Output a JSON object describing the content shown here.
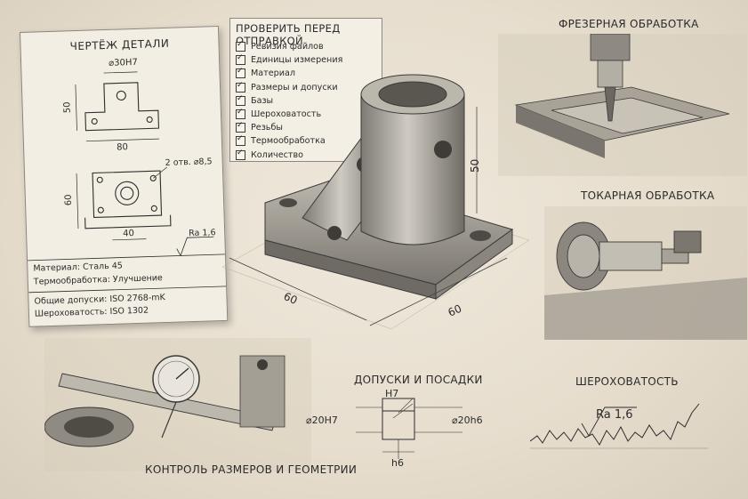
{
  "drawing_card": {
    "title": "ЧЕРТЁЖ ДЕТАЛИ",
    "dim_bore": "⌀30H7",
    "dim_height": "50",
    "dim_width": "80",
    "dim_holes": "2 отв. ⌀8,5",
    "dim_depth": "60",
    "dim_small": "40",
    "roughness": "Ra 1,6",
    "material_label": "Материал:",
    "material_value": "Сталь 45",
    "heat_label": "Термообработка:",
    "heat_value": "Улучшение",
    "tol_label": "Общие допуски:",
    "tol_value": "ISO 2768-mK",
    "rough_label": "Шероховатость:",
    "rough_value": "ISO 1302"
  },
  "checklist": {
    "title": "ПРОВЕРИТЬ ПЕРЕД ОТПРАВКОЙ",
    "items": [
      "Ревизия файлов",
      "Единицы измерения",
      "Материал",
      "Размеры и допуски",
      "Базы",
      "Шероховатость",
      "Резьбы",
      "Термообработка",
      "Количество"
    ]
  },
  "main_part": {
    "dim_left": "60",
    "dim_right": "60",
    "dim_height": "50"
  },
  "milling": {
    "title": "ФРЕЗЕРНАЯ ОБРАБОТКА"
  },
  "turning": {
    "title": "ТОКАРНАЯ ОБРАБОТКА"
  },
  "measuring": {
    "title": "КОНТРОЛЬ РАЗМЕРОВ И ГЕОМЕТРИИ"
  },
  "fits": {
    "title": "ДОПУСКИ И ПОСАДКИ",
    "hole_tol": "H7",
    "shaft_tol": "h6",
    "left_dim": "⌀20H7",
    "right_dim": "⌀20h6"
  },
  "roughness_panel": {
    "title": "ШЕРОХОВАТОСТЬ",
    "value": "Ra 1,6"
  }
}
